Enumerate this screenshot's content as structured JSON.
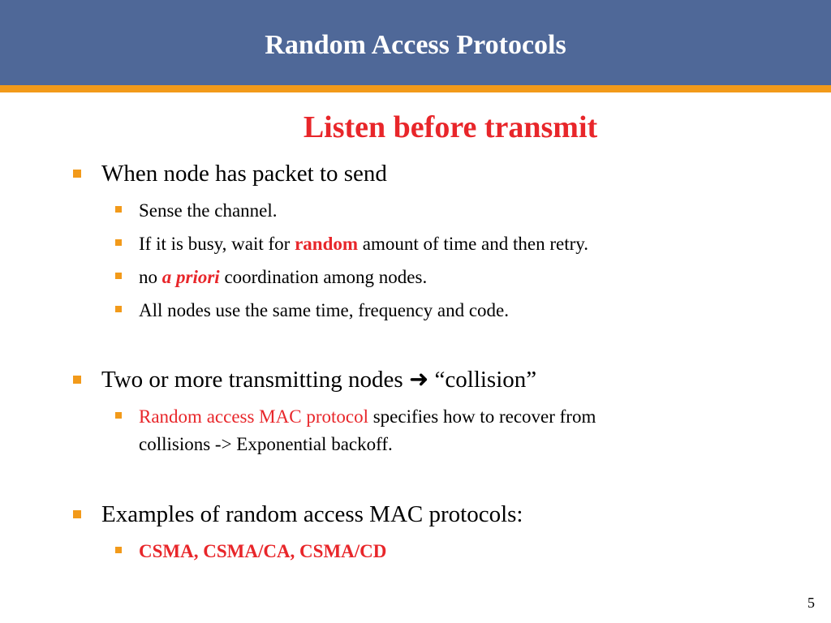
{
  "header": {
    "title": "Random Access Protocols"
  },
  "subtitle": "Listen before transmit",
  "bullets": [
    {
      "text": "When node has packet to send",
      "sub": [
        {
          "text": "Sense the channel."
        },
        {
          "pre": "If it is busy, wait for ",
          "highlight": "random",
          "post": " amount of time and then retry."
        },
        {
          "pre": "no ",
          "highlight": "a priori",
          "post": " coordination among nodes."
        },
        {
          "text": "All nodes use the same time, frequency and code."
        }
      ]
    },
    {
      "pre": "Two or more transmitting nodes ",
      "arrow": "➜",
      "post": " “collision”",
      "sub": [
        {
          "highlight": "Random access MAC protocol",
          "post": " specifies how to recover from",
          "line2": "collisions -> Exponential backoff."
        }
      ]
    },
    {
      "text": "Examples of random access MAC protocols:",
      "sub": [
        {
          "highlight": "CSMA, CSMA/CA, CSMA/CD"
        }
      ]
    }
  ],
  "page_number": "5",
  "colors": {
    "header_bg": "#4f6898",
    "accent_orange": "#f29a1a",
    "highlight_red": "#e8262a"
  }
}
